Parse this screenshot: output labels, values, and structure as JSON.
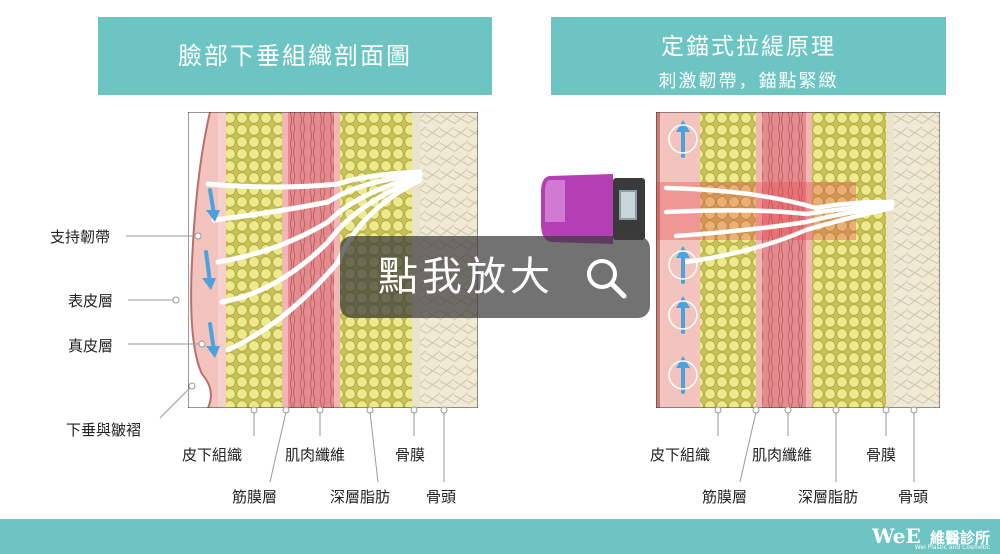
{
  "left_panel": {
    "title": "臉部下垂組織剖面圖",
    "side_labels": [
      "支持韌帶",
      "表皮層",
      "真皮層",
      "下垂與皺褶"
    ],
    "bottom_labels": [
      "皮下組織",
      "肌肉纖維",
      "骨膜",
      "筋膜層",
      "深層脂肪",
      "骨頭"
    ]
  },
  "right_panel": {
    "title_line1": "定錨式拉緹原理",
    "title_line2": "刺激韌帶，錨點緊緻",
    "bottom_labels": [
      "皮下組織",
      "肌肉纖維",
      "骨膜",
      "筋膜層",
      "深層脂肪",
      "骨頭"
    ]
  },
  "zoom_button": {
    "label": "點我放大",
    "icon": "magnifier-icon"
  },
  "footer": {
    "logo_mark": "WeE",
    "logo_text": "維醫診所",
    "logo_sub": "Wei Plastic and Cosmetic"
  },
  "colors": {
    "accent": "#6cc4c3",
    "skin": "#f3c4bd",
    "fat": "#e3e07a",
    "muscle": "#e58d8f",
    "bone": "#ece6d2",
    "arrow": "#4aa3dd"
  }
}
